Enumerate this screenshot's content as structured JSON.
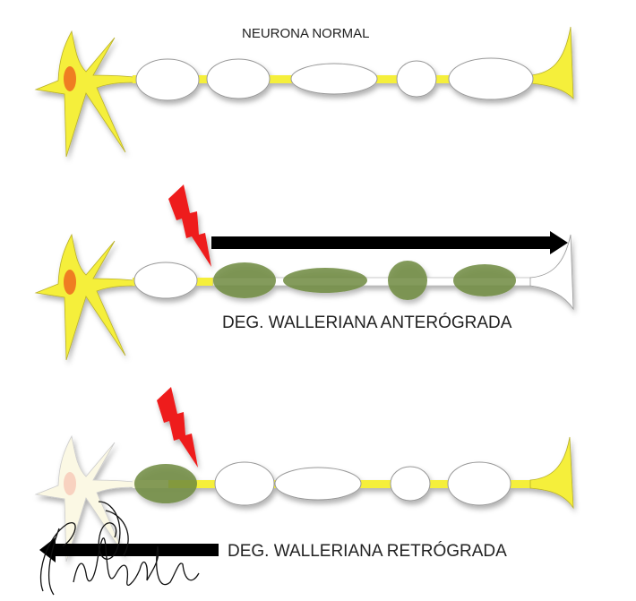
{
  "title_normal": "NEURONA NORMAL",
  "label_anterograde": "DEG. WALLERIANA ANTERÓGRADA",
  "label_retrograde": "DEG. WALLERIANA RETRÓGRADA",
  "signature_text": "Villardi",
  "colors": {
    "neuron": "#f5ef3a",
    "neuron_pale": "#fbf8e4",
    "nucleus": "#ef7d22",
    "nucleus_pale": "#f8d2c0",
    "myelin": "#ffffff",
    "degenerated_myelin": "#6f8a3e",
    "lesion": "#ee1c1c",
    "arrow": "#000000"
  },
  "icons": [
    "lightning-bolt-icon",
    "arrow-right-icon",
    "arrow-left-icon"
  ]
}
